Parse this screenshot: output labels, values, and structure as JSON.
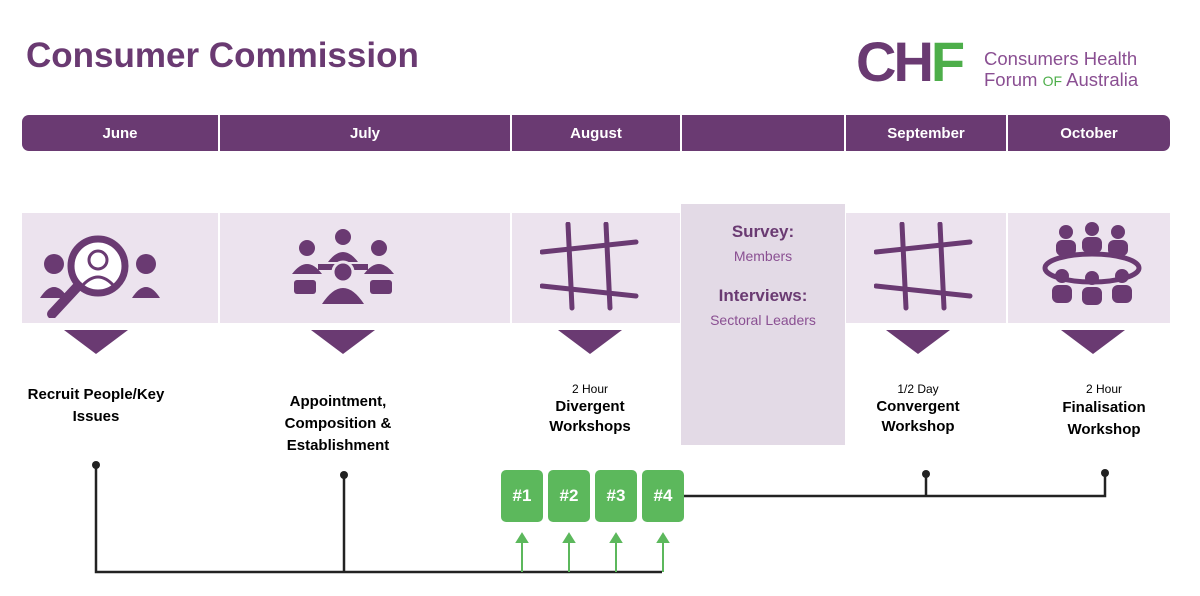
{
  "header": {
    "title": "Consumer Commission",
    "logo_mark": [
      "CH",
      "F"
    ],
    "logo_line1": "Consumers Health",
    "logo_line2_a": "Forum ",
    "logo_line2_of": "OF",
    "logo_line2_b": " Australia"
  },
  "months": [
    "June",
    "July",
    "August",
    "",
    "September",
    "October"
  ],
  "survey": {
    "label1": "Survey:",
    "sub1": "Members",
    "label2": "Interviews:",
    "sub2": "Sectoral Leaders"
  },
  "stages": [
    {
      "duration": "",
      "name": "Recruit People/Key Issues",
      "icon": "magnifier-person-icon"
    },
    {
      "duration": "",
      "name": "Appointment, Composition & Establishment",
      "icon": "group-meeting-icon"
    },
    {
      "duration": "2 Hour",
      "name": "Divergent Workshops",
      "icon": "hashtag-icon"
    },
    {
      "duration": "1/2 Day",
      "name": "Convergent Workshop",
      "icon": "hashtag-icon"
    },
    {
      "duration": "2 Hour",
      "name": "Finalisation Workshop",
      "icon": "round-table-icon"
    }
  ],
  "workshops": [
    "#1",
    "#2",
    "#3",
    "#4"
  ],
  "colors": {
    "purple": "#6a3a72",
    "green": "#5cb85c",
    "band": "#ece3ee"
  }
}
